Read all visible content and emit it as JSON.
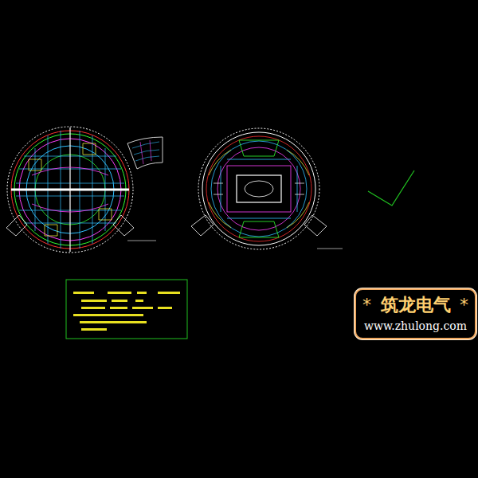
{
  "diagram": {
    "nodes": [
      {
        "text": [
          "*",
          "筑龙电气",
          "*",
          "www.zhulong.com"
        ]
      }
    ]
  }
}
